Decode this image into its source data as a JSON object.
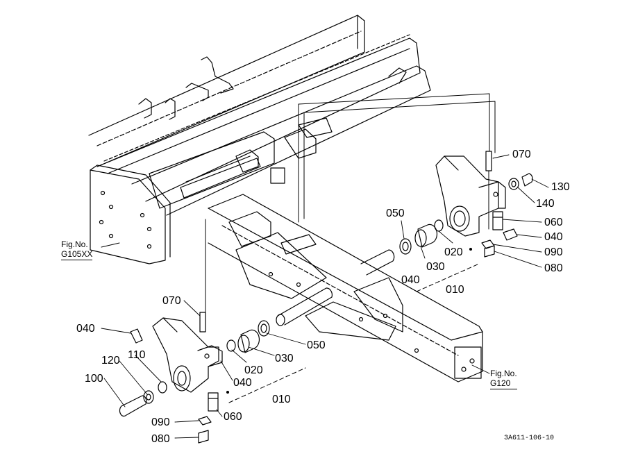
{
  "fig_refs": [
    {
      "prefix": "Fig.No.",
      "number": "G105XX"
    },
    {
      "prefix": "Fig.No.",
      "number": "G120"
    }
  ],
  "parts": {
    "r070": "070",
    "r130": "130",
    "r140": "140",
    "r060": "060",
    "r040a": "040",
    "r090": "090",
    "r080": "080",
    "r050": "050",
    "r030": "030",
    "r020": "020",
    "r040b": "040",
    "r010": "010",
    "l070": "070",
    "l040a": "040",
    "l120": "120",
    "l110": "110",
    "l100": "100",
    "l020": "020",
    "l030": "030",
    "l050": "050",
    "l040b": "040",
    "l010": "010",
    "l060": "060",
    "l090": "090",
    "l080": "080"
  },
  "drawing_code": "3A611-106-10"
}
